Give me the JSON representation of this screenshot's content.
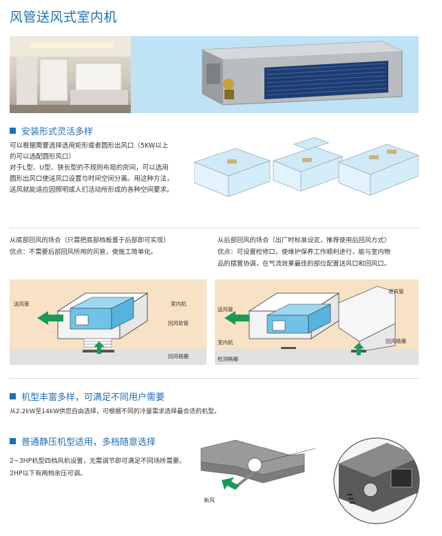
{
  "page": {
    "title": "风管送风式室内机"
  },
  "section1": {
    "heading": "安装形式灵活多样",
    "lines": [
      "可以根据需要选择选用矩形或者圆形出风口（5KW以上",
      "的可以选配圆形风口）",
      "对于L型、U型、狭长型的不规则布局的房间，可以选用",
      "圆形出风口使送风口设置与时间空间分离。用这种方法，",
      "送风就能适应因照明或人们活动所形成的各种空间要求。"
    ]
  },
  "bottom_return": {
    "lines": [
      "从底部回风的场合（只需把底部档板置于后部即可实现）",
      "优点：不需要后部回风所用的风管，使施工简单化。"
    ],
    "labels": {
      "supply_duct": "送风管",
      "indoor_unit": "室内机",
      "return_hose": "回风软管",
      "return_grille": "回风格栅"
    }
  },
  "rear_return": {
    "lines": [
      "从后部回风的场合（出厂时标准设定，推荐使用后回风方式）",
      "优点：可设置检修口，使维护保养工作顺利进行，能与室内物",
      "品的摆置协调，在气流效果最佳的部位配置送风口和回风口。"
    ],
    "labels": {
      "inlet_duct": "进风管",
      "supply_duct": "送风管",
      "indoor_unit": "室内机",
      "return_grille": "回风格栅",
      "access_grille": "检测格栅"
    }
  },
  "section2": {
    "heading": "机型丰富多样，可满足不同用户需要",
    "line": "从2.2kW至14kW供您自由选择，可根据不同的冷量需求选择最合适的机型。"
  },
  "section3": {
    "heading": "普通静压机型适用，多档随意选择",
    "lines": [
      "2~3HP机型四档风机设置，无需调节即可满足不同场所需要。",
      "2HP以下有两档余压可调。"
    ],
    "fresh_air_label": "新风"
  },
  "colors": {
    "brand_blue": "#1f6fb5",
    "diagram_bg": "#f7e2c5",
    "arrow_green": "#1a9a5a",
    "unit_blue": "#6fc3e8"
  }
}
